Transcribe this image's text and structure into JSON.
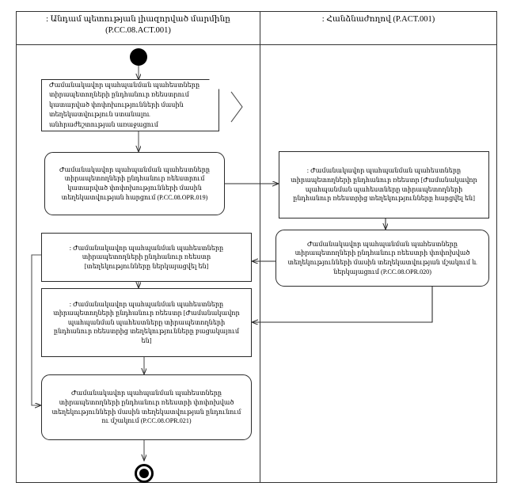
{
  "diagram": {
    "type": "uml-activity-diagram",
    "title_left": ": Անդամ պետության լիազորված մարմինը (P.CC.08.ACT.001)",
    "lanes": [
      {
        "id": "lane-left",
        "name_line1": ": Անդամ պետության լիազորված մարմինը",
        "name_line2": "(P.CC.08.ACT.001)",
        "code": "P.CC.08.ACT.001"
      },
      {
        "id": "lane-right",
        "name_line1": ": Հանձնաժողով (P.ACT.001)",
        "name_line2": "",
        "code": "P.ACT.001"
      }
    ],
    "nodes": {
      "initial": {
        "label": ""
      },
      "note_trigger": {
        "text": "Ժամանակավոր պահպանման պահեստները տիրապետողների ընդհանուր ռեեստրում կատարված փոփոխությունների մասին տեղեկատվություն ստանալու անհրաժեշտության առաջացում"
      },
      "activity_request": {
        "text": "Ժամանակավոր պահպանման պահեստները տիրապետողների ընդհանուր ռեեստրում կատարված փոփոխությունների մասին տեղեկատվության հարցում (P.CC.08.OPR.019)",
        "code": "P.CC.08.OPR.019"
      },
      "state_requested": {
        "text": ": Ժամանակավոր պահպանման պահեստները տիրապետողների ընդհանուր ռեեստր [Ժամանակավոր պահպանման պահեստները տիրապետողների ընդհանուր ռեեստրից տեղեկությունները հարցվել են]"
      },
      "activity_process_submit": {
        "text": "Ժամանակավոր պահպանման պահեստները տիրապետողների ընդհանուր ռեեստրի փոփոխված տեղեկությունների մասին տեղեկատվության մշակում և ներկայացում (P.CC.08.OPR.020)",
        "code": "P.CC.08.OPR.020"
      },
      "state_submitted": {
        "text": ": Ժամանակավոր պահպանման պահեստները տիրապետողների ընդհանուր ռեեստր [տեղեկությունները ներկայացվել են]"
      },
      "state_absent": {
        "text": ": Ժամանակավոր պահպանման պահեստները տիրապետողների ընդհանուր ռեեստր [Ժամանակավոր պահպանման պահեստները տիրապետողների ընդհանուր ռեեստրից տեղեկությունները բացակայում են]"
      },
      "activity_receive_process": {
        "text": "Ժամանակավոր պահպանման պահեստները տիրապետողների ընդհանուր ռեեստրի փոփոխված տեղեկությունների մասին տեղեկատվության ընդունում ու մշակում (P.CC.08.OPR.021)",
        "code": "P.CC.08.OPR.021"
      },
      "final": {
        "label": ""
      }
    },
    "colors": {
      "stroke": "#2b2b2b",
      "frame": "#333333",
      "fill": "#ffffff",
      "text": "#000000"
    }
  }
}
